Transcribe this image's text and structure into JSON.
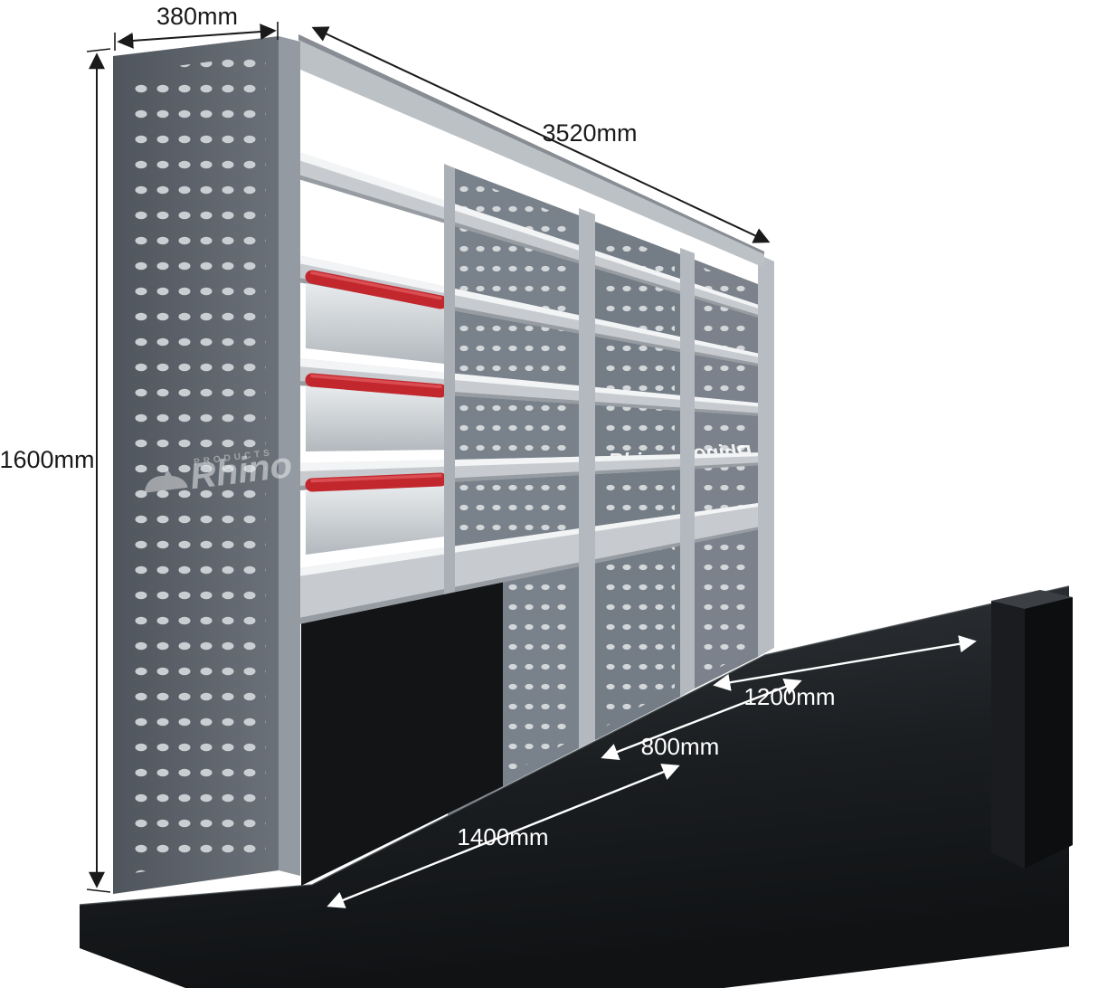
{
  "diagram": {
    "type": "van-racking-dimension-diagram",
    "brand": {
      "name": "Rhino",
      "products": "PRODUCTS"
    },
    "dimensions": {
      "depth": "380mm",
      "total_length": "3520mm",
      "height": "1600mm",
      "bay1": "1400mm",
      "bay2": "800mm",
      "bay3": "1200mm"
    },
    "colors": {
      "panel_dark": "#5a6067",
      "panel_mid": "#79818a",
      "shelf_light": "#c7cbcf",
      "accent_red": "#c1272d",
      "floor": "#1d2023",
      "dimension_text": "#1a1a1a",
      "dimension_text_on_floor": "#ffffff"
    }
  }
}
